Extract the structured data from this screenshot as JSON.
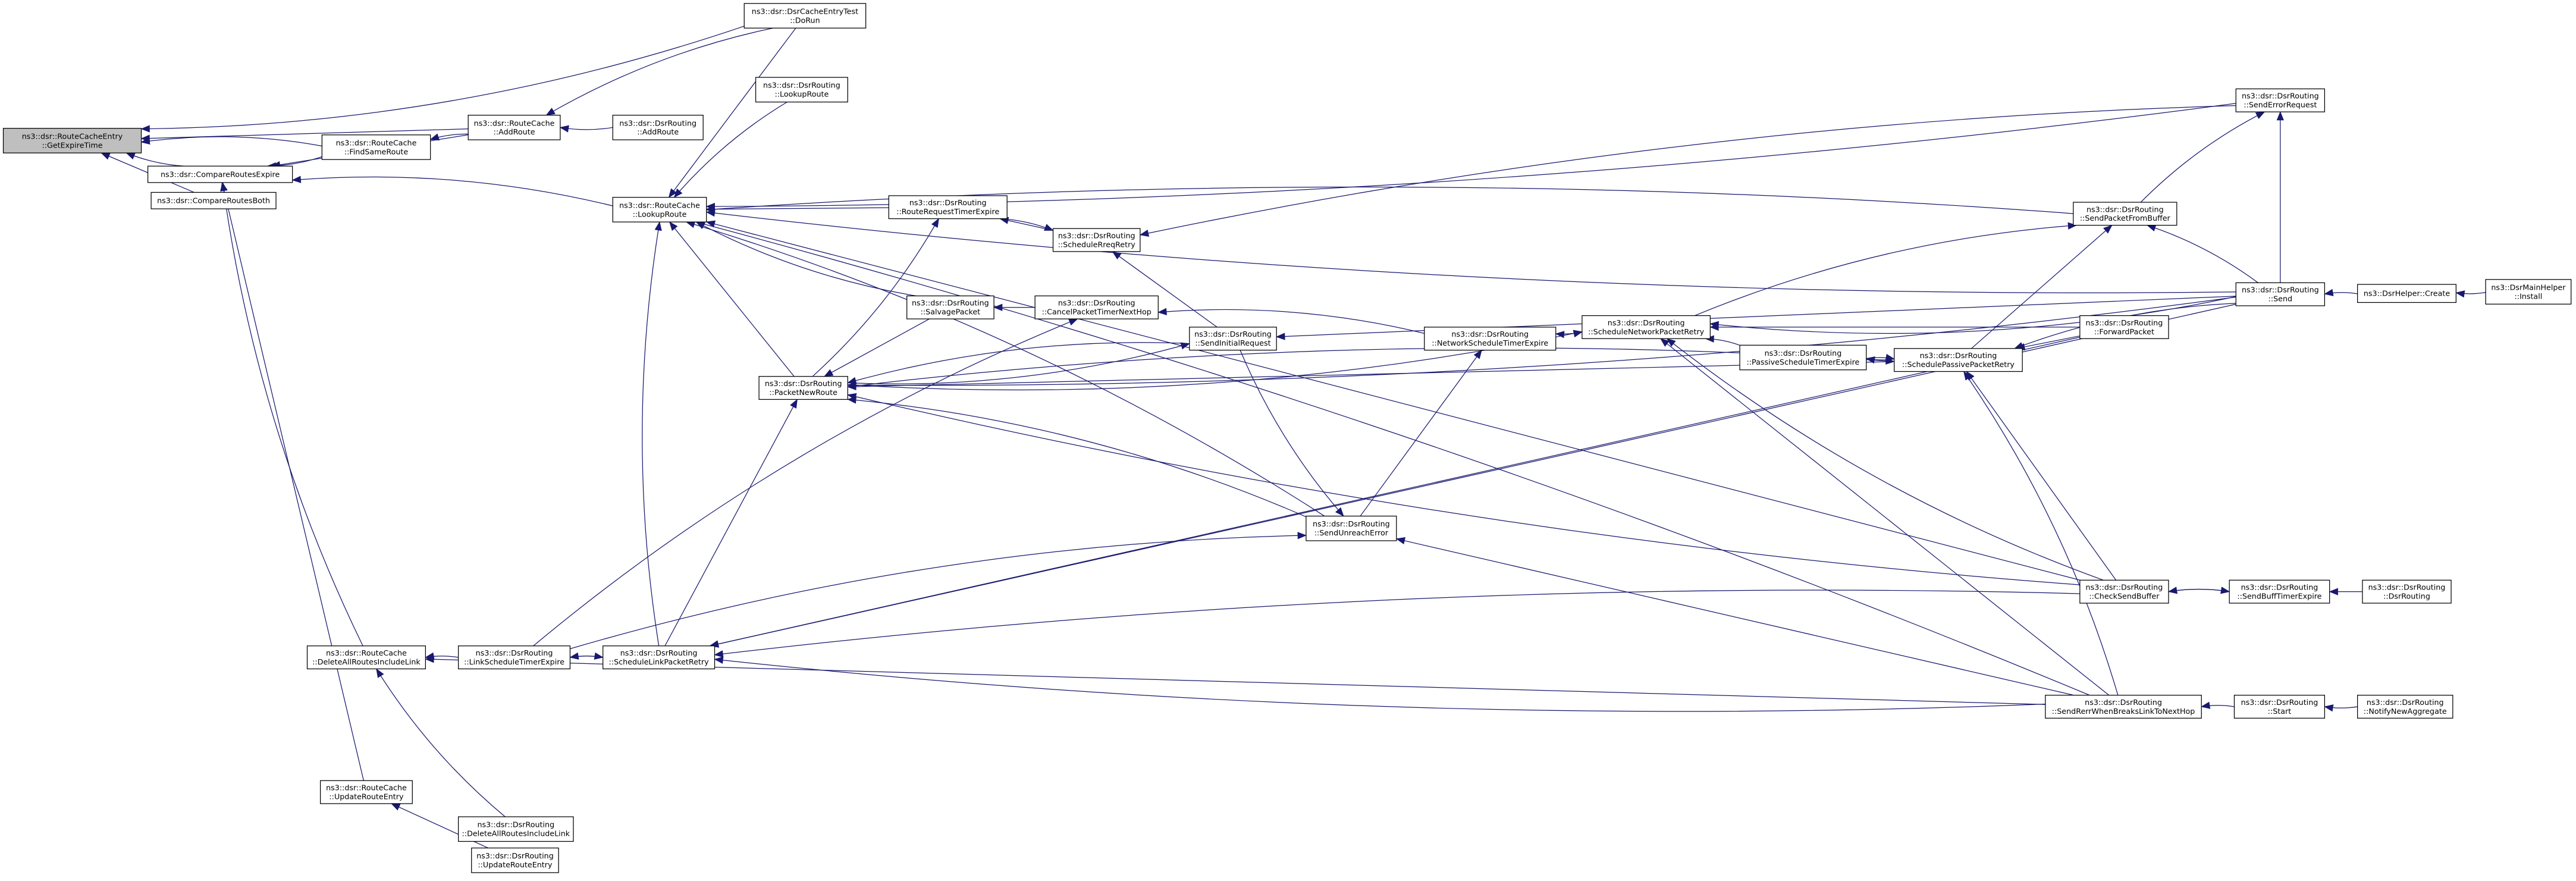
{
  "colors": {
    "edge": "#191970",
    "root_fill": "#bfbfbf",
    "node_fill": "#ffffff"
  },
  "nodes": [
    {
      "id": "getExpireTime",
      "lines": [
        "ns3::dsr::RouteCacheEntry",
        "::GetExpireTime"
      ],
      "root": true
    },
    {
      "id": "doRun",
      "lines": [
        "ns3::dsr::DsrCacheEntryTest",
        "::DoRun"
      ]
    },
    {
      "id": "compareRoutesExpire",
      "lines": [
        "ns3::dsr::CompareRoutesExpire"
      ]
    },
    {
      "id": "compareRoutesBoth",
      "lines": [
        "ns3::dsr::CompareRoutesBoth"
      ]
    },
    {
      "id": "findSameRoute",
      "lines": [
        "ns3::dsr::RouteCache",
        "::FindSameRoute"
      ]
    },
    {
      "id": "rcAddRoute",
      "lines": [
        "ns3::dsr::RouteCache",
        "::AddRoute"
      ]
    },
    {
      "id": "drAddRoute",
      "lines": [
        "ns3::dsr::DsrRouting",
        "::AddRoute"
      ]
    },
    {
      "id": "drLookupRoute",
      "lines": [
        "ns3::dsr::DsrRouting",
        "::LookupRoute"
      ]
    },
    {
      "id": "rcLookupRoute",
      "lines": [
        "ns3::dsr::RouteCache",
        "::LookupRoute"
      ]
    },
    {
      "id": "routeRequestTimerExpire",
      "lines": [
        "ns3::dsr::DsrRouting",
        "::RouteRequestTimerExpire"
      ]
    },
    {
      "id": "scheduleRreqRetry",
      "lines": [
        "ns3::dsr::DsrRouting",
        "::ScheduleRreqRetry"
      ]
    },
    {
      "id": "sendErrorRequest",
      "lines": [
        "ns3::dsr::DsrRouting",
        "::SendErrorRequest"
      ]
    },
    {
      "id": "sendPacketFromBuffer",
      "lines": [
        "ns3::dsr::DsrRouting",
        "::SendPacketFromBuffer"
      ]
    },
    {
      "id": "send",
      "lines": [
        "ns3::dsr::DsrRouting",
        "::Send"
      ]
    },
    {
      "id": "helperCreate",
      "lines": [
        "ns3::DsrHelper::Create"
      ]
    },
    {
      "id": "mainHelperInstall",
      "lines": [
        "ns3::DsrMainHelper",
        "::Install"
      ]
    },
    {
      "id": "salvagePacket",
      "lines": [
        "ns3::dsr::DsrRouting",
        "::SalvagePacket"
      ]
    },
    {
      "id": "cancelPacketTimerNextHop",
      "lines": [
        "ns3::dsr::DsrRouting",
        "::CancelPacketTimerNextHop"
      ]
    },
    {
      "id": "sendInitialRequest",
      "lines": [
        "ns3::dsr::DsrRouting",
        "::SendInitialRequest"
      ]
    },
    {
      "id": "networkScheduleTimerExpire",
      "lines": [
        "ns3::dsr::DsrRouting",
        "::NetworkScheduleTimerExpire"
      ]
    },
    {
      "id": "scheduleNetworkPacketRetry",
      "lines": [
        "ns3::dsr::DsrRouting",
        "::ScheduleNetworkPacketRetry"
      ]
    },
    {
      "id": "forwardPacket",
      "lines": [
        "ns3::dsr::DsrRouting",
        "::ForwardPacket"
      ]
    },
    {
      "id": "passiveScheduleTimerExpire",
      "lines": [
        "ns3::dsr::DsrRouting",
        "::PassiveScheduleTimerExpire"
      ]
    },
    {
      "id": "schedulePassivePacketRetry",
      "lines": [
        "ns3::dsr::DsrRouting",
        "::SchedulePassivePacketRetry"
      ]
    },
    {
      "id": "packetNewRoute",
      "lines": [
        "ns3::dsr::DsrRouting",
        "::PacketNewRoute"
      ]
    },
    {
      "id": "sendUnreachError",
      "lines": [
        "ns3::dsr::DsrRouting",
        "::SendUnreachError"
      ]
    },
    {
      "id": "checkSendBuffer",
      "lines": [
        "ns3::dsr::DsrRouting",
        "::CheckSendBuffer"
      ]
    },
    {
      "id": "sendBuffTimerExpire",
      "lines": [
        "ns3::dsr::DsrRouting",
        "::SendBuffTimerExpire"
      ]
    },
    {
      "id": "dsrRoutingCtor",
      "lines": [
        "ns3::dsr::DsrRouting",
        "::DsrRouting"
      ]
    },
    {
      "id": "rcDeleteAllRoutesIncludeLink",
      "lines": [
        "ns3::dsr::RouteCache",
        "::DeleteAllRoutesIncludeLink"
      ]
    },
    {
      "id": "linkScheduleTimerExpire",
      "lines": [
        "ns3::dsr::DsrRouting",
        "::LinkScheduleTimerExpire"
      ]
    },
    {
      "id": "scheduleLinkPacketRetry",
      "lines": [
        "ns3::dsr::DsrRouting",
        "::ScheduleLinkPacketRetry"
      ]
    },
    {
      "id": "sendRerrWhenBreaksLinkToNextHop",
      "lines": [
        "ns3::dsr::DsrRouting",
        "::SendRerrWhenBreaksLinkToNextHop"
      ]
    },
    {
      "id": "start",
      "lines": [
        "ns3::dsr::DsrRouting",
        "::Start"
      ]
    },
    {
      "id": "notifyNewAggregate",
      "lines": [
        "ns3::dsr::DsrRouting",
        "::NotifyNewAggregate"
      ]
    },
    {
      "id": "rcUpdateRouteEntry",
      "lines": [
        "ns3::dsr::RouteCache",
        "::UpdateRouteEntry"
      ]
    },
    {
      "id": "drDeleteAllRoutesIncludeLink",
      "lines": [
        "ns3::dsr::DsrRouting",
        "::DeleteAllRoutesIncludeLink"
      ]
    },
    {
      "id": "drUpdateRouteEntry",
      "lines": [
        "ns3::dsr::DsrRouting",
        "::UpdateRouteEntry"
      ]
    }
  ],
  "edges": [
    [
      "doRun",
      "getExpireTime"
    ],
    [
      "rcAddRoute",
      "getExpireTime"
    ],
    [
      "findSameRoute",
      "getExpireTime"
    ],
    [
      "compareRoutesExpire",
      "getExpireTime"
    ],
    [
      "compareRoutesBoth",
      "getExpireTime"
    ],
    [
      "rcAddRoute",
      "findSameRoute"
    ],
    [
      "findSameRoute",
      "compareRoutesExpire"
    ],
    [
      "rcAddRoute",
      "compareRoutesExpire"
    ],
    [
      "rcLookupRoute",
      "compareRoutesExpire"
    ],
    [
      "rcDeleteAllRoutesIncludeLink",
      "compareRoutesExpire"
    ],
    [
      "rcUpdateRouteEntry",
      "compareRoutesExpire"
    ],
    [
      "doRun",
      "rcAddRoute"
    ],
    [
      "drAddRoute",
      "rcAddRoute"
    ],
    [
      "doRun",
      "rcLookupRoute"
    ],
    [
      "drLookupRoute",
      "rcLookupRoute"
    ],
    [
      "sendErrorRequest",
      "rcLookupRoute"
    ],
    [
      "routeRequestTimerExpire",
      "rcLookupRoute"
    ],
    [
      "sendPacketFromBuffer",
      "rcLookupRoute"
    ],
    [
      "salvagePacket",
      "rcLookupRoute"
    ],
    [
      "packetNewRoute",
      "rcLookupRoute"
    ],
    [
      "sendUnreachError",
      "rcLookupRoute"
    ],
    [
      "scheduleLinkPacketRetry",
      "rcLookupRoute"
    ],
    [
      "checkSendBuffer",
      "rcLookupRoute"
    ],
    [
      "sendRerrWhenBreaksLinkToNextHop",
      "rcLookupRoute"
    ],
    [
      "send",
      "rcLookupRoute"
    ],
    [
      "scheduleRreqRetry",
      "routeRequestTimerExpire"
    ],
    [
      "packetNewRoute",
      "routeRequestTimerExpire"
    ],
    [
      "routeRequestTimerExpire",
      "scheduleRreqRetry"
    ],
    [
      "sendInitialRequest",
      "scheduleRreqRetry"
    ],
    [
      "sendErrorRequest",
      "scheduleRreqRetry"
    ],
    [
      "sendPacketFromBuffer",
      "sendErrorRequest"
    ],
    [
      "send",
      "sendErrorRequest"
    ],
    [
      "send",
      "sendPacketFromBuffer"
    ],
    [
      "scheduleNetworkPacketRetry",
      "sendPacketFromBuffer"
    ],
    [
      "schedulePassivePacketRetry",
      "sendPacketFromBuffer"
    ],
    [
      "helperCreate",
      "send"
    ],
    [
      "mainHelperInstall",
      "helperCreate"
    ],
    [
      "cancelPacketTimerNextHop",
      "salvagePacket"
    ],
    [
      "networkScheduleTimerExpire",
      "cancelPacketTimerNextHop"
    ],
    [
      "linkScheduleTimerExpire",
      "cancelPacketTimerNextHop"
    ],
    [
      "send",
      "sendInitialRequest"
    ],
    [
      "packetNewRoute",
      "sendInitialRequest"
    ],
    [
      "scheduleNetworkPacketRetry",
      "networkScheduleTimerExpire"
    ],
    [
      "sendUnreachError",
      "networkScheduleTimerExpire"
    ],
    [
      "networkScheduleTimerExpire",
      "scheduleNetworkPacketRetry"
    ],
    [
      "send",
      "scheduleNetworkPacketRetry"
    ],
    [
      "forwardPacket",
      "scheduleNetworkPacketRetry"
    ],
    [
      "passiveScheduleTimerExpire",
      "scheduleNetworkPacketRetry"
    ],
    [
      "checkSendBuffer",
      "scheduleNetworkPacketRetry"
    ],
    [
      "sendRerrWhenBreaksLinkToNextHop",
      "scheduleNetworkPacketRetry"
    ],
    [
      "packetNewRoute",
      "scheduleNetworkPacketRetry"
    ],
    [
      "passiveScheduleTimerExpire",
      "schedulePassivePacketRetry"
    ],
    [
      "forwardPacket",
      "schedulePassivePacketRetry"
    ],
    [
      "send",
      "schedulePassivePacketRetry"
    ],
    [
      "packetNewRoute",
      "schedulePassivePacketRetry"
    ],
    [
      "checkSendBuffer",
      "schedulePassivePacketRetry"
    ],
    [
      "sendRerrWhenBreaksLinkToNextHop",
      "schedulePassivePacketRetry"
    ],
    [
      "schedulePassivePacketRetry",
      "passiveScheduleTimerExpire"
    ],
    [
      "salvagePacket",
      "packetNewRoute"
    ],
    [
      "sendInitialRequest",
      "packetNewRoute"
    ],
    [
      "send",
      "packetNewRoute"
    ],
    [
      "scheduleLinkPacketRetry",
      "packetNewRoute"
    ],
    [
      "sendUnreachError",
      "packetNewRoute"
    ],
    [
      "checkSendBuffer",
      "packetNewRoute"
    ],
    [
      "schedulePassivePacketRetry",
      "packetNewRoute"
    ],
    [
      "sendInitialRequest",
      "sendUnreachError"
    ],
    [
      "linkScheduleTimerExpire",
      "sendUnreachError"
    ],
    [
      "sendRerrWhenBreaksLinkToNextHop",
      "sendUnreachError"
    ],
    [
      "sendBuffTimerExpire",
      "checkSendBuffer"
    ],
    [
      "checkSendBuffer",
      "sendBuffTimerExpire"
    ],
    [
      "dsrRoutingCtor",
      "sendBuffTimerExpire"
    ],
    [
      "linkScheduleTimerExpire",
      "rcDeleteAllRoutesIncludeLink"
    ],
    [
      "drDeleteAllRoutesIncludeLink",
      "rcDeleteAllRoutesIncludeLink"
    ],
    [
      "sendRerrWhenBreaksLinkToNextHop",
      "rcDeleteAllRoutesIncludeLink"
    ],
    [
      "scheduleLinkPacketRetry",
      "linkScheduleTimerExpire"
    ],
    [
      "linkScheduleTimerExpire",
      "scheduleLinkPacketRetry"
    ],
    [
      "forwardPacket",
      "scheduleLinkPacketRetry"
    ],
    [
      "checkSendBuffer",
      "scheduleLinkPacketRetry"
    ],
    [
      "sendRerrWhenBreaksLinkToNextHop",
      "scheduleLinkPacketRetry"
    ],
    [
      "send",
      "scheduleLinkPacketRetry"
    ],
    [
      "start",
      "sendRerrWhenBreaksLinkToNextHop"
    ],
    [
      "notifyNewAggregate",
      "start"
    ],
    [
      "drUpdateRouteEntry",
      "rcUpdateRouteEntry"
    ]
  ]
}
